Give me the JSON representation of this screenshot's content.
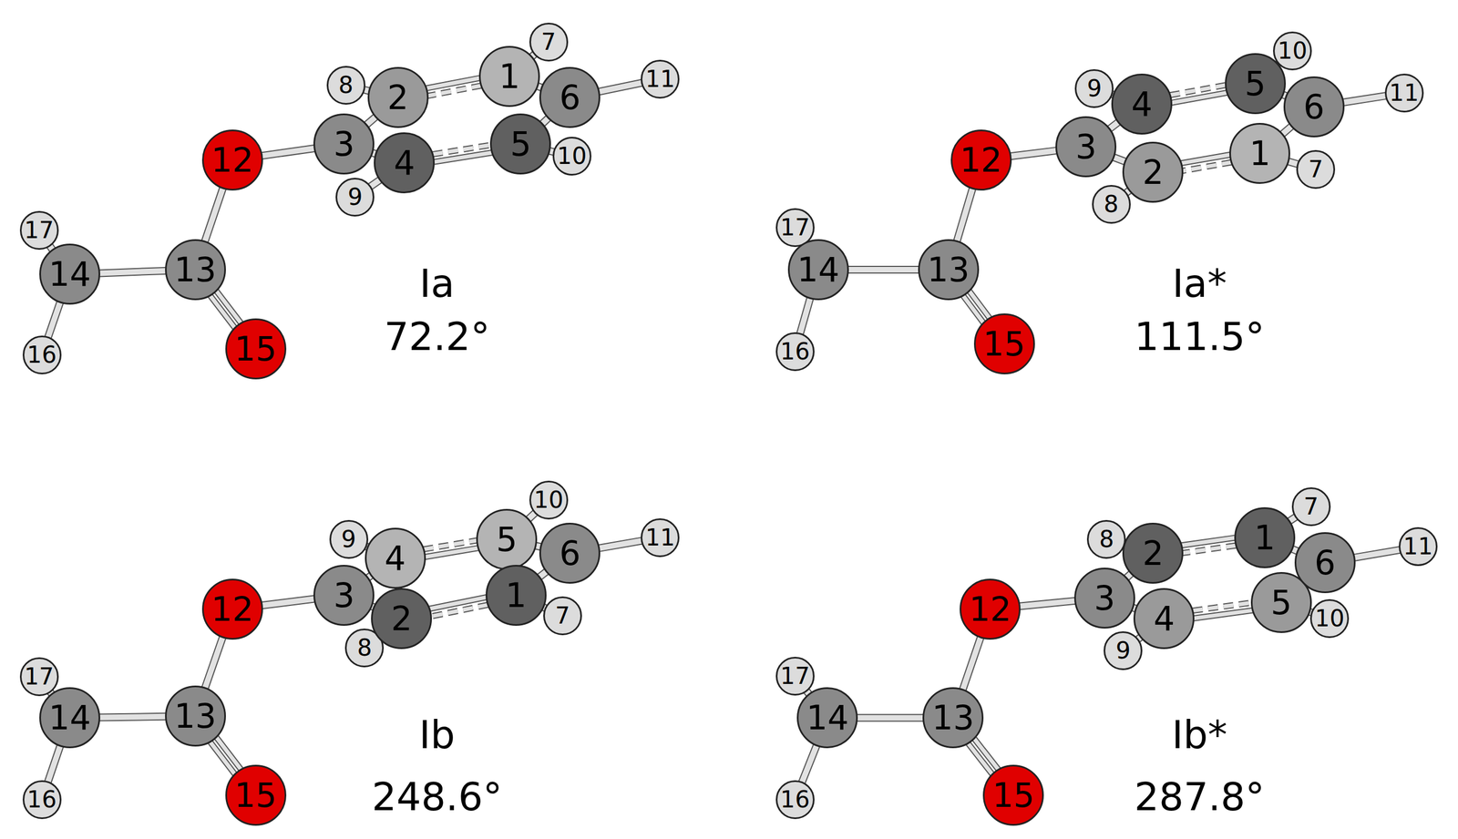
{
  "diagram": {
    "nodes": [
      {
        "text": [
          "1"
        ]
      },
      {
        "text": [
          "2"
        ]
      },
      {
        "text": [
          "3"
        ]
      },
      {
        "text": [
          "4"
        ]
      },
      {
        "text": [
          "5"
        ]
      },
      {
        "text": [
          "6"
        ]
      },
      {
        "text": [
          "7"
        ]
      },
      {
        "text": [
          "8"
        ]
      },
      {
        "text": [
          "9"
        ]
      },
      {
        "text": [
          "10"
        ]
      },
      {
        "text": [
          "11"
        ]
      },
      {
        "text": [
          "12"
        ]
      },
      {
        "text": [
          "13"
        ]
      },
      {
        "text": [
          "14"
        ]
      },
      {
        "text": [
          "15"
        ]
      },
      {
        "text": [
          "16"
        ]
      },
      {
        "text": [
          "17"
        ]
      },
      {
        "text": [
          "1"
        ]
      },
      {
        "text": [
          "2"
        ]
      },
      {
        "text": [
          "3"
        ]
      },
      {
        "text": [
          "4"
        ]
      },
      {
        "text": [
          "5"
        ]
      },
      {
        "text": [
          "6"
        ]
      },
      {
        "text": [
          "7"
        ]
      },
      {
        "text": [
          "8"
        ]
      },
      {
        "text": [
          "9"
        ]
      },
      {
        "text": [
          "10"
        ]
      },
      {
        "text": [
          "11"
        ]
      },
      {
        "text": [
          "12"
        ]
      },
      {
        "text": [
          "13"
        ]
      },
      {
        "text": [
          "14"
        ]
      },
      {
        "text": [
          "15"
        ]
      },
      {
        "text": [
          "16"
        ]
      },
      {
        "text": [
          "17"
        ]
      },
      {
        "text": [
          "1"
        ]
      },
      {
        "text": [
          "2"
        ]
      },
      {
        "text": [
          "3"
        ]
      },
      {
        "text": [
          "4"
        ]
      },
      {
        "text": [
          "5"
        ]
      },
      {
        "text": [
          "6"
        ]
      },
      {
        "text": [
          "7"
        ]
      },
      {
        "text": [
          "8"
        ]
      },
      {
        "text": [
          "9"
        ]
      },
      {
        "text": [
          "10"
        ]
      },
      {
        "text": [
          "11"
        ]
      },
      {
        "text": [
          "12"
        ]
      },
      {
        "text": [
          "13"
        ]
      },
      {
        "text": [
          "14"
        ]
      },
      {
        "text": [
          "15"
        ]
      },
      {
        "text": [
          "16"
        ]
      },
      {
        "text": [
          "17"
        ]
      },
      {
        "text": [
          "1"
        ]
      },
      {
        "text": [
          "2"
        ]
      },
      {
        "text": [
          "3"
        ]
      },
      {
        "text": [
          "4"
        ]
      },
      {
        "text": [
          "5"
        ]
      },
      {
        "text": [
          "6"
        ]
      },
      {
        "text": [
          "7"
        ]
      },
      {
        "text": [
          "8"
        ]
      },
      {
        "text": [
          "9"
        ]
      },
      {
        "text": [
          "10"
        ]
      },
      {
        "text": [
          "11"
        ]
      },
      {
        "text": [
          "12"
        ]
      },
      {
        "text": [
          "13"
        ]
      },
      {
        "text": [
          "14"
        ]
      },
      {
        "text": [
          "15"
        ]
      },
      {
        "text": [
          "16"
        ]
      },
      {
        "text": [
          "17"
        ]
      }
    ],
    "edges": [
      {
        "from": 0,
        "to": 1,
        "arrow": "none"
      },
      {
        "from": 1,
        "to": 2,
        "arrow": "none"
      },
      {
        "from": 2,
        "to": 3,
        "arrow": "none"
      },
      {
        "from": 3,
        "to": 4,
        "arrow": "none"
      },
      {
        "from": 4,
        "to": 5,
        "arrow": "none"
      },
      {
        "from": 5,
        "to": 0,
        "arrow": "none"
      },
      {
        "from": 0,
        "to": 6,
        "arrow": "none"
      },
      {
        "from": 1,
        "to": 7,
        "arrow": "none"
      },
      {
        "from": 3,
        "to": 8,
        "arrow": "none"
      },
      {
        "from": 4,
        "to": 9,
        "arrow": "none"
      },
      {
        "from": 5,
        "to": 10,
        "arrow": "none"
      },
      {
        "from": 2,
        "to": 11,
        "arrow": "none"
      },
      {
        "from": 11,
        "to": 12,
        "arrow": "none"
      },
      {
        "from": 12,
        "to": 13,
        "arrow": "none"
      },
      {
        "from": 12,
        "to": 14,
        "arrow": "none"
      },
      {
        "from": 13,
        "to": 15,
        "arrow": "none"
      },
      {
        "from": 13,
        "to": 16,
        "arrow": "none"
      },
      {
        "from": 17,
        "to": 18,
        "arrow": "none"
      },
      {
        "from": 18,
        "to": 19,
        "arrow": "none"
      },
      {
        "from": 19,
        "to": 20,
        "arrow": "none"
      },
      {
        "from": 20,
        "to": 21,
        "arrow": "none"
      },
      {
        "from": 21,
        "to": 22,
        "arrow": "none"
      },
      {
        "from": 22,
        "to": 17,
        "arrow": "none"
      },
      {
        "from": 17,
        "to": 23,
        "arrow": "none"
      },
      {
        "from": 18,
        "to": 24,
        "arrow": "none"
      },
      {
        "from": 20,
        "to": 25,
        "arrow": "none"
      },
      {
        "from": 21,
        "to": 26,
        "arrow": "none"
      },
      {
        "from": 22,
        "to": 27,
        "arrow": "none"
      },
      {
        "from": 19,
        "to": 28,
        "arrow": "none"
      },
      {
        "from": 28,
        "to": 29,
        "arrow": "none"
      },
      {
        "from": 29,
        "to": 30,
        "arrow": "none"
      },
      {
        "from": 29,
        "to": 31,
        "arrow": "none"
      },
      {
        "from": 30,
        "to": 32,
        "arrow": "none"
      },
      {
        "from": 30,
        "to": 33,
        "arrow": "none"
      },
      {
        "from": 34,
        "to": 35,
        "arrow": "none"
      },
      {
        "from": 35,
        "to": 36,
        "arrow": "none"
      },
      {
        "from": 36,
        "to": 37,
        "arrow": "none"
      },
      {
        "from": 37,
        "to": 38,
        "arrow": "none"
      },
      {
        "from": 38,
        "to": 39,
        "arrow": "none"
      },
      {
        "from": 39,
        "to": 34,
        "arrow": "none"
      },
      {
        "from": 34,
        "to": 40,
        "arrow": "none"
      },
      {
        "from": 35,
        "to": 41,
        "arrow": "none"
      },
      {
        "from": 37,
        "to": 42,
        "arrow": "none"
      },
      {
        "from": 38,
        "to": 43,
        "arrow": "none"
      },
      {
        "from": 39,
        "to": 44,
        "arrow": "none"
      },
      {
        "from": 36,
        "to": 45,
        "arrow": "none"
      },
      {
        "from": 45,
        "to": 46,
        "arrow": "none"
      },
      {
        "from": 46,
        "to": 47,
        "arrow": "none"
      },
      {
        "from": 46,
        "to": 48,
        "arrow": "none"
      },
      {
        "from": 47,
        "to": 49,
        "arrow": "none"
      },
      {
        "from": 47,
        "to": 50,
        "arrow": "none"
      },
      {
        "from": 51,
        "to": 52,
        "arrow": "none"
      },
      {
        "from": 52,
        "to": 53,
        "arrow": "none"
      },
      {
        "from": 53,
        "to": 54,
        "arrow": "none"
      },
      {
        "from": 54,
        "to": 55,
        "arrow": "none"
      },
      {
        "from": 55,
        "to": 56,
        "arrow": "none"
      },
      {
        "from": 56,
        "to": 51,
        "arrow": "none"
      },
      {
        "from": 51,
        "to": 57,
        "arrow": "none"
      },
      {
        "from": 52,
        "to": 58,
        "arrow": "none"
      },
      {
        "from": 54,
        "to": 59,
        "arrow": "none"
      },
      {
        "from": 55,
        "to": 60,
        "arrow": "none"
      },
      {
        "from": 56,
        "to": 61,
        "arrow": "none"
      },
      {
        "from": 53,
        "to": 62,
        "arrow": "none"
      },
      {
        "from": 62,
        "to": 63,
        "arrow": "none"
      },
      {
        "from": 63,
        "to": 64,
        "arrow": "none"
      },
      {
        "from": 63,
        "to": 65,
        "arrow": "none"
      },
      {
        "from": 64,
        "to": 66,
        "arrow": "none"
      },
      {
        "from": 64,
        "to": 67,
        "arrow": "none"
      }
    ],
    "labels": [
      "Ia",
      "72.2°",
      "Ia*",
      "111.5°",
      "Ib",
      "248.6°",
      "Ib*",
      "287.8°"
    ]
  }
}
